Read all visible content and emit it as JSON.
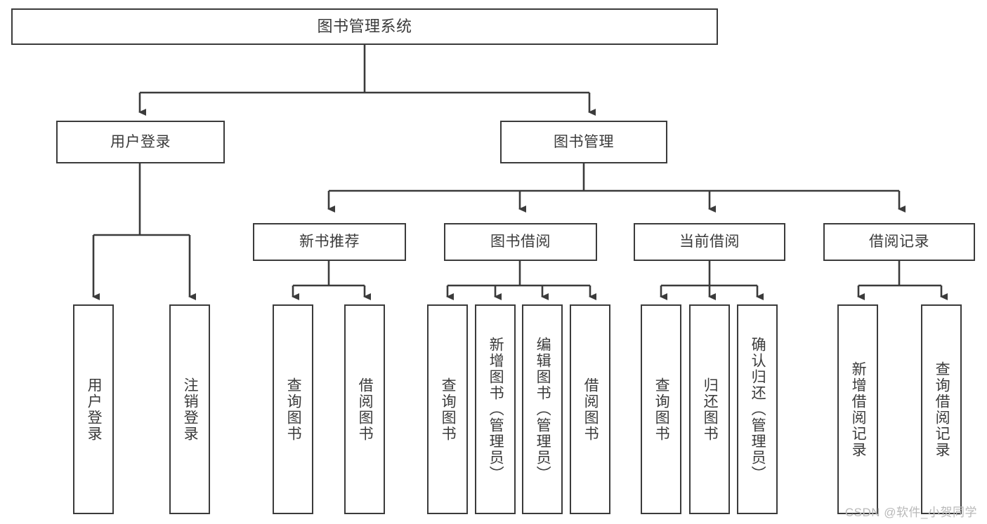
{
  "diagram": {
    "type": "tree",
    "title_node": "图书管理系统",
    "nodes": {
      "root": "图书管理系统",
      "user_login": "用户登录",
      "book_manage": "图书管理",
      "new_book_rec": "新书推荐",
      "book_borrow": "图书借阅",
      "current_borrow": "当前借阅",
      "borrow_record": "借阅记录",
      "leaf_user_login": "用户登录",
      "leaf_logout_login": "注销登录",
      "leaf_query_book_1": "查询图书",
      "leaf_borrow_book_1": "借阅图书",
      "leaf_query_book_2": "查询图书",
      "leaf_add_book": "新增图书（管理员）",
      "leaf_edit_book": "编辑图书（管理员）",
      "leaf_borrow_book_2": "借阅图书",
      "leaf_query_book_3": "查询图书",
      "leaf_return_book": "归还图书",
      "leaf_confirm_return": "确认归还（管理员）",
      "leaf_add_record": "新增借阅记录",
      "leaf_query_record": "查询借阅记录"
    },
    "edges": [
      {
        "from": "root",
        "to": "user_login"
      },
      {
        "from": "root",
        "to": "book_manage"
      },
      {
        "from": "user_login",
        "to": "leaf_user_login"
      },
      {
        "from": "user_login",
        "to": "leaf_logout_login"
      },
      {
        "from": "book_manage",
        "to": "new_book_rec"
      },
      {
        "from": "book_manage",
        "to": "book_borrow"
      },
      {
        "from": "book_manage",
        "to": "current_borrow"
      },
      {
        "from": "book_manage",
        "to": "borrow_record"
      },
      {
        "from": "new_book_rec",
        "to": "leaf_query_book_1"
      },
      {
        "from": "new_book_rec",
        "to": "leaf_borrow_book_1"
      },
      {
        "from": "book_borrow",
        "to": "leaf_query_book_2"
      },
      {
        "from": "book_borrow",
        "to": "leaf_add_book"
      },
      {
        "from": "book_borrow",
        "to": "leaf_edit_book"
      },
      {
        "from": "book_borrow",
        "to": "leaf_borrow_book_2"
      },
      {
        "from": "current_borrow",
        "to": "leaf_query_book_3"
      },
      {
        "from": "current_borrow",
        "to": "leaf_return_book"
      },
      {
        "from": "current_borrow",
        "to": "leaf_confirm_return"
      },
      {
        "from": "borrow_record",
        "to": "leaf_add_record"
      },
      {
        "from": "borrow_record",
        "to": "leaf_query_record"
      }
    ],
    "colors": {
      "stroke": "#3b3b3b",
      "fill": "#ffffff",
      "text": "#3b3b3b",
      "watermark": "#b9b9b9"
    }
  },
  "watermark": {
    "text": "CSDN @软件_小贺同学"
  }
}
